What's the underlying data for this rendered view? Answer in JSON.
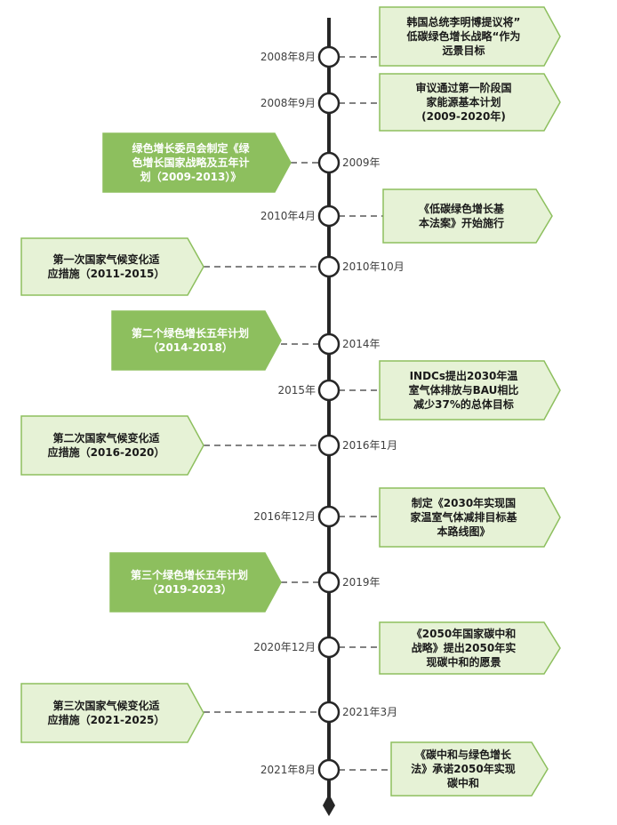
{
  "colors": {
    "axis": "#262626",
    "dash": "#595959",
    "dark_fill": "#8dbf5e",
    "light_fill": "#e6f2d6",
    "light_stroke": "#8dbf5e",
    "text_dark": "#1a1a1a",
    "text_light": "#ffffff"
  },
  "events": [
    {
      "date": "2008年8月",
      "text": "韩国总统李明博提议将”低碳绿色增长战略“作为远景目标"
    },
    {
      "date": "2008年9月",
      "text": "审议通过第一阶段国家能源基本计划(2009-2020年)"
    },
    {
      "date": "2009年",
      "text": "绿色增长委员会制定《绿色增长国家战略及五年计划（2009-2013）》"
    },
    {
      "date": "2010年4月",
      "text": "《低碳绿色增长基本法案》开始施行"
    },
    {
      "date": "2010年10月",
      "text": "第一次国家气候变化适应措施（2011-2015）"
    },
    {
      "date": "2014年",
      "text": "第二个绿色增长五年计划（2014-2018）"
    },
    {
      "date": "2015年",
      "text": "INDCs提出2030年温室气体排放与BAU相比减少37%的总体目标"
    },
    {
      "date": "2016年1月",
      "text": "第二次国家气候变化适应措施（2016-2020）"
    },
    {
      "date": "2016年12月",
      "text": "制定《2030年实现国家温室气体减排目标基本路线图》"
    },
    {
      "date": "2019年",
      "text": "第三个绿色增长五年计划（2019-2023）"
    },
    {
      "date": "2020年12月",
      "text": "《2050年国家碳中和战略》提出2050年实现碳中和的愿景"
    },
    {
      "date": "2021年3月",
      "text": "第三次国家气候变化适应措施（2021-2025）"
    },
    {
      "date": "2021年8月",
      "text": "《碳中和与绿色增长法》承诺2050年实现碳中和"
    }
  ]
}
